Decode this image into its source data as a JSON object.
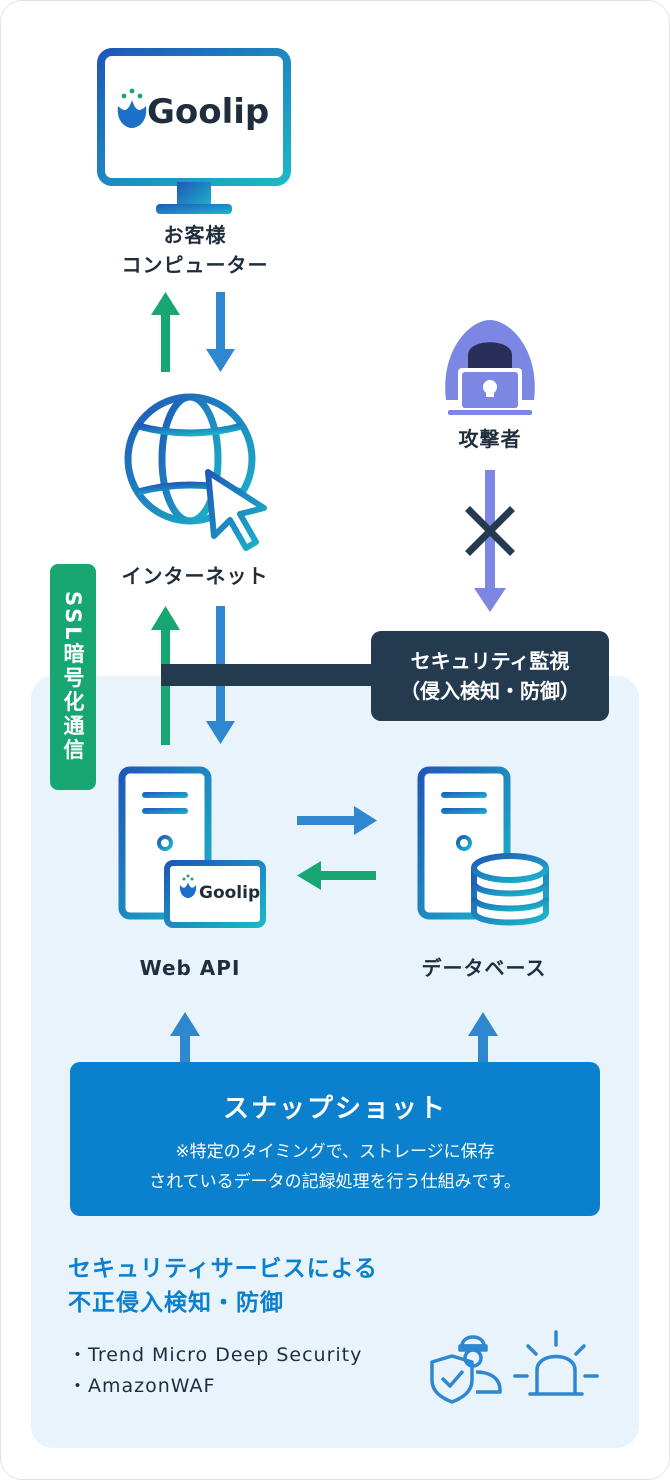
{
  "nodes": {
    "customer_line1": "お客様",
    "customer_line2": "コンピューター",
    "internet": "インターネット",
    "attacker": "攻撃者",
    "web_api": "Web API",
    "database": "データベース"
  },
  "logo": {
    "text": "Goolip"
  },
  "ssl_label": "SSL暗号化通信",
  "monitoring": {
    "line1": "セキュリティ監視",
    "line2": "（侵入検知・防御）"
  },
  "snapshot": {
    "title": "スナップショット",
    "note_line1": "※特定のタイミングで、ストレージに保存",
    "note_line2": "されているデータの記録処理を行う仕組みです。"
  },
  "security_service": {
    "title_line1": "セキュリティサービスによる",
    "title_line2": "不正侵入検知・防御",
    "items": [
      "・Trend Micro Deep Security",
      "・AmazonWAF"
    ]
  },
  "colors": {
    "green": "#18a672",
    "blue": "#2f87d0",
    "dark": "#233a4f",
    "accent": "#0b80cc",
    "attacker": "#7b87e2"
  }
}
